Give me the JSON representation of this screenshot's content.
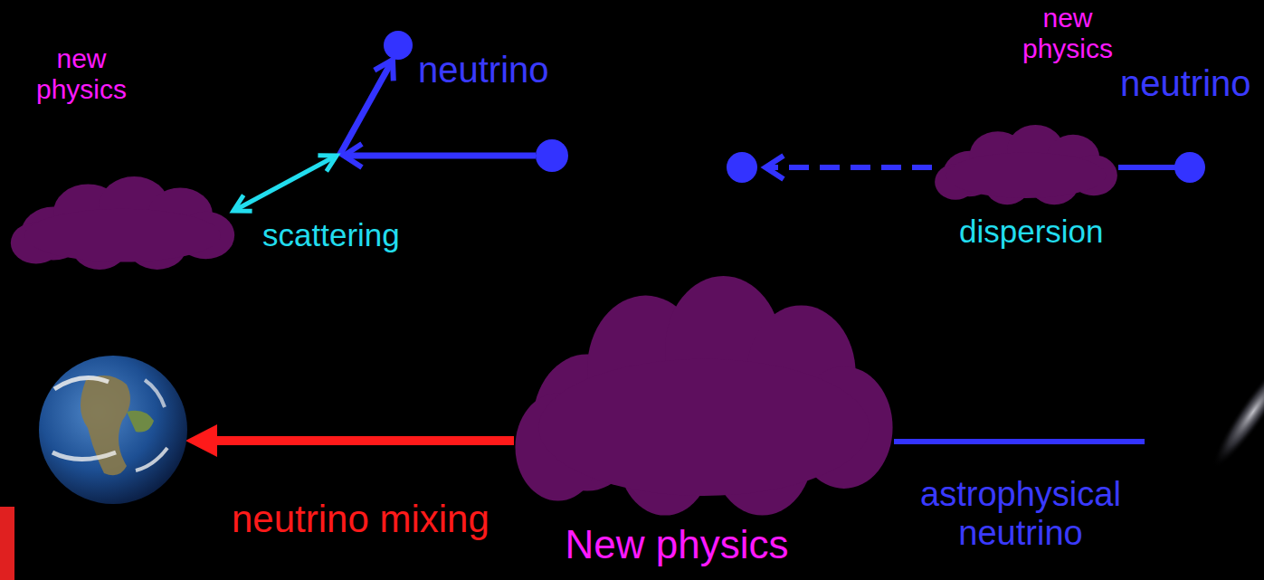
{
  "diagram": {
    "nodes": [
      {
        "text": [
          "new physics"
        ]
      },
      {
        "text": [
          "new physics"
        ]
      },
      {
        "text": [
          "New physics"
        ]
      }
    ],
    "labels": [
      "neutrino",
      "scattering",
      "neutrino",
      "dispersion",
      "neutrino mixing",
      "astrophysical neutrino"
    ]
  }
}
